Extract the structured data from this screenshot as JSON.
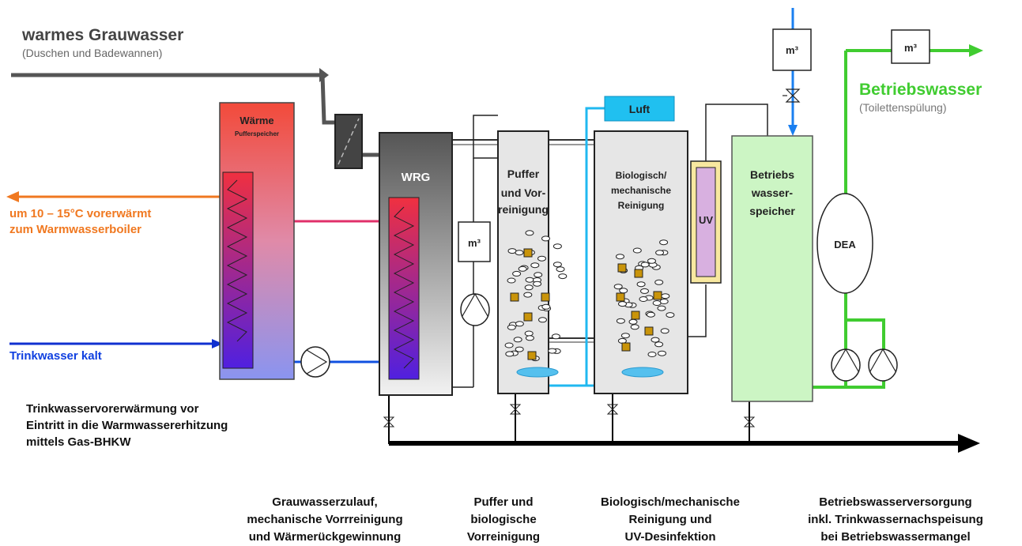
{
  "inputs": {
    "grey_title": "warmes Grauwasser",
    "grey_sub": "(Duschen und Badewannen)",
    "preheat_line1": "um 10 – 15°C vorerwärmt",
    "preheat_line2": "zum Warmwasserboiler",
    "cold_water": "Trinkwasser kalt",
    "service_title": "Betriebswasser",
    "service_sub": "(Toilettenspülung)"
  },
  "components": {
    "heat_title": "Wärme",
    "heat_sub": "Pufferspeicher",
    "wrg": "WRG",
    "meter": "m³",
    "buffer_lines": [
      "Puffer",
      "und Vor-",
      "reinigung"
    ],
    "air": "Luft",
    "bio_lines": [
      "Biologisch/",
      "mechanische",
      "Reinigung"
    ],
    "uv": "UV",
    "storage_lines": [
      "Betriebs",
      "wasser-",
      "speicher"
    ],
    "dea": "DEA"
  },
  "note_lines": [
    "Trinkwasservorerwärmung  vor",
    "Eintritt in die Warmwassererhitzung",
    "mittels Gas-BHKW"
  ],
  "captions": {
    "stage1": [
      "Grauwasserzulauf,",
      "mechanische Vorrreinigung",
      "und Wärmerückgewinnung"
    ],
    "stage2": [
      "Puffer und",
      "biologische",
      "Vorreinigung"
    ],
    "stage3": [
      "Biologisch/mechanische",
      "Reinigung und",
      "UV-Desinfektion"
    ],
    "stage4": [
      "Betriebswasserversorgung",
      "inkl. Trinkwassernachspeisung",
      "bei Betriebswassermangel"
    ]
  },
  "colors": {
    "grey_pipe": "#555555",
    "orange": "#f07820",
    "blue": "#1030d0",
    "light_blue": "#20b8f0",
    "green": "#40cc30",
    "pink_pipe": "#e0306a",
    "service_green": "#40cc30",
    "storage_fill": "#ccf5c4"
  }
}
